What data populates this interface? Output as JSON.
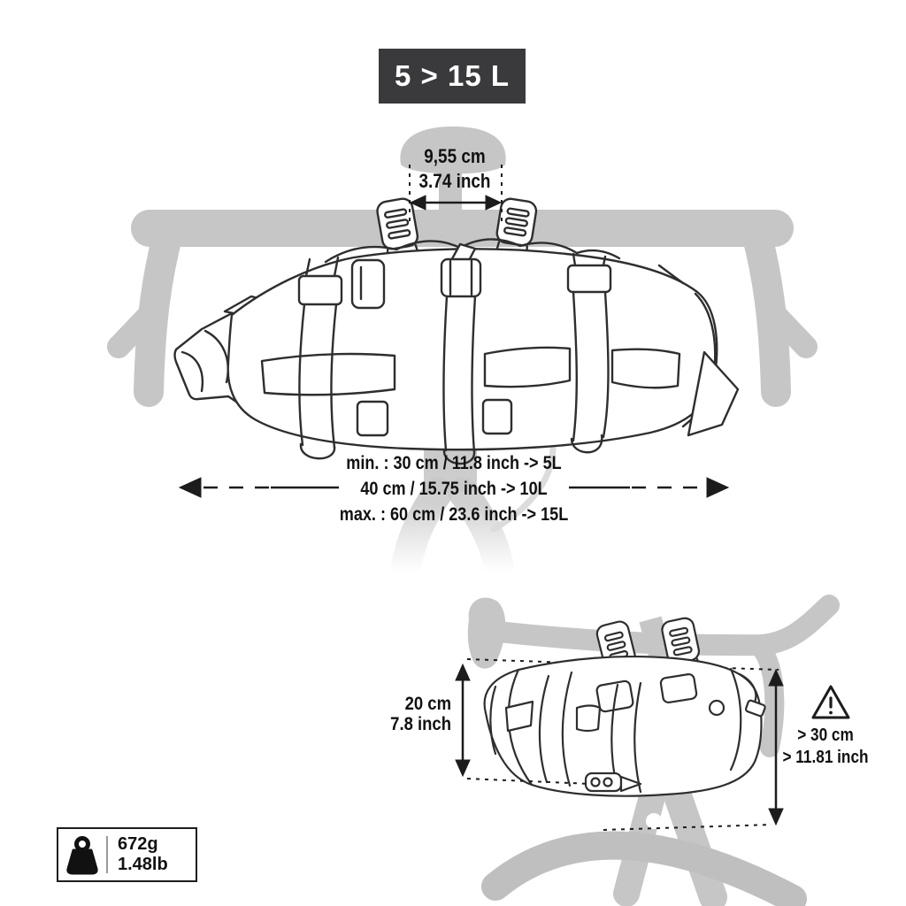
{
  "badge": {
    "label": "5 > 15 L",
    "bg": "#3a3a3c",
    "fg": "#ffffff"
  },
  "main_diagram": {
    "description": "handlebar bag front view mounted on drop handlebars",
    "width_dimension": {
      "metric": "9,55 cm",
      "imperial": "3.74 inch"
    },
    "size_range": {
      "min": "min. : 30 cm / 11.8 inch -> 5L",
      "mid": "40 cm / 15.75 inch -> 10L",
      "max": "max. : 60 cm / 23.6 inch -> 15L"
    }
  },
  "side_diagram": {
    "description": "handlebar bag side view on bike front end",
    "height_dimension": {
      "metric": "20 cm",
      "imperial": "7.8 inch"
    },
    "clearance": {
      "metric": "> 30 cm",
      "imperial": "> 11.81 inch"
    },
    "warning_icon": "exclamation-triangle"
  },
  "weight_badge": {
    "icon": "kettlebell-weight",
    "grams": "672g",
    "pounds": "1.48lb"
  },
  "colors": {
    "silhouette": "#c6c6c6",
    "silhouette_dark": "#bfbfbf",
    "line_art": "#2e2e2e",
    "dimension_lines": "#1c1c1c",
    "text": "#111111"
  }
}
